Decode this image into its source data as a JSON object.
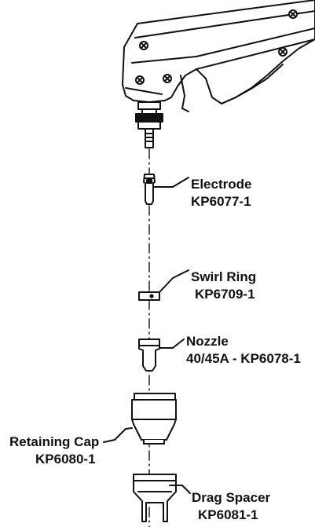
{
  "colors": {
    "ink": "#111111",
    "fill": "#ffffff",
    "shade": "#e9e9e9"
  },
  "parts": [
    {
      "id": "electrode",
      "name": "Electrode",
      "part_number": "KP6077-1"
    },
    {
      "id": "swirl-ring",
      "name": "Swirl Ring",
      "part_number": "KP6709-1"
    },
    {
      "id": "nozzle",
      "name": "Nozzle",
      "part_number": "40/45A - KP6078-1"
    },
    {
      "id": "retaining-cap",
      "name": "Retaining Cap",
      "part_number": "KP6080-1"
    },
    {
      "id": "drag-spacer",
      "name": "Drag Spacer",
      "part_number": "KP6081-1"
    }
  ]
}
